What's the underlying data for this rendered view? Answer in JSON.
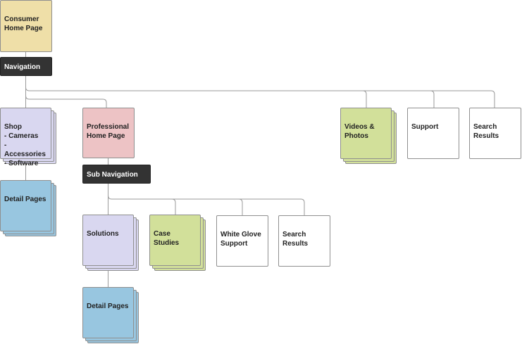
{
  "colors": {
    "consumer_home": "#efdfa8",
    "navigation": "#333333",
    "shop": "#d9d7f0",
    "detail_pages": "#98c6e0",
    "professional_home": "#edc3c5",
    "case_studies": "#d2e09a",
    "videos_photos": "#d2e09a",
    "plain": "#ffffff",
    "connector": "#9a9a9a"
  },
  "nodes": {
    "consumer_home": "Consumer\nHome Page",
    "navigation": "Navigation",
    "shop": "Shop\n- Cameras\n- Accessories\n- Software",
    "detail_pages_left": "Detail Pages",
    "professional_home": "Professional\nHome Page",
    "sub_navigation": "Sub Navigation",
    "solutions": "Solutions",
    "case_studies": "Case Studies",
    "white_glove": "White Glove\nSupport",
    "search_results_sub": "Search\nResults",
    "detail_pages_bottom": "Detail Pages",
    "videos_photos": "Videos &\nPhotos",
    "support": "Support",
    "search_results_top": "Search\nResults"
  }
}
